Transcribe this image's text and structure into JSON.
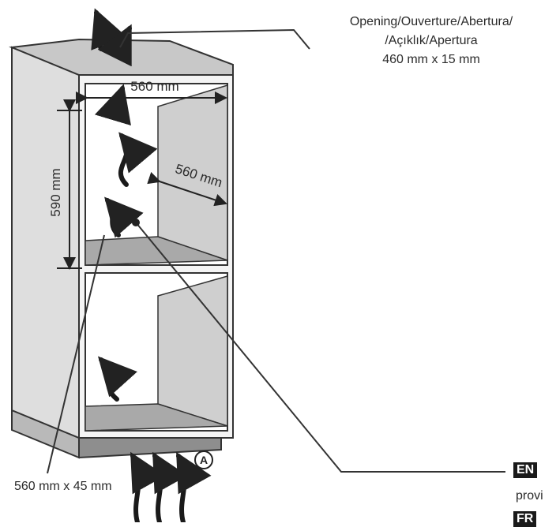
{
  "callouts": {
    "opening_lines": [
      "Opening/Ouverture/Abertura/",
      "/Açıklık/Apertura",
      "460 mm x 15 mm"
    ],
    "vent_size": "560 mm x 45 mm",
    "marker": "A"
  },
  "dimensions": {
    "width_top": "560 mm",
    "height": "590 mm",
    "depth": "560 mm"
  },
  "lang_tags": {
    "en": "EN",
    "en_fragment": "provi",
    "fr": "FR"
  }
}
